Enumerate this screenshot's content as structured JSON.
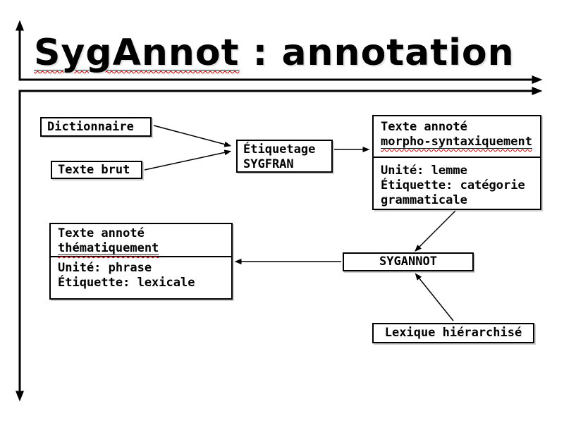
{
  "title": {
    "underlined_word": "SygAnnot",
    "rest": " : annotation"
  },
  "nodes": {
    "dictionnaire": {
      "label": "Dictionnaire"
    },
    "texte_brut": {
      "label": "Texte brut"
    },
    "etiquetage": {
      "line1": "Étiquetage",
      "line2": "SYGFRAN"
    },
    "texte_annote_morpho": {
      "header_line1": "Texte annoté",
      "header_line2": "morpho-syntaxiquement",
      "body_line1": "Unité: lemme",
      "body_line2": "Étiquette: catégorie",
      "body_line3": "grammaticale"
    },
    "texte_annote_thematique": {
      "header_line1": "Texte annoté",
      "header_line2": "thématiquement",
      "body_line1": "Unité: phrase",
      "body_line2": "Étiquette: lexicale"
    },
    "sygannot": {
      "label": "SYGANNOT"
    },
    "lexique": {
      "label": "Lexique hiérarchisé"
    }
  },
  "edges": [
    {
      "from": "dictionnaire",
      "to": "etiquetage"
    },
    {
      "from": "texte_brut",
      "to": "etiquetage"
    },
    {
      "from": "etiquetage",
      "to": "texte_annote_morpho"
    },
    {
      "from": "texte_annote_morpho",
      "to": "sygannot"
    },
    {
      "from": "lexique",
      "to": "sygannot"
    },
    {
      "from": "sygannot",
      "to": "texte_annote_thematique"
    }
  ],
  "colors": {
    "ink": "#000000",
    "background": "#ffffff",
    "spellcheck_squiggle": "#c00000"
  }
}
